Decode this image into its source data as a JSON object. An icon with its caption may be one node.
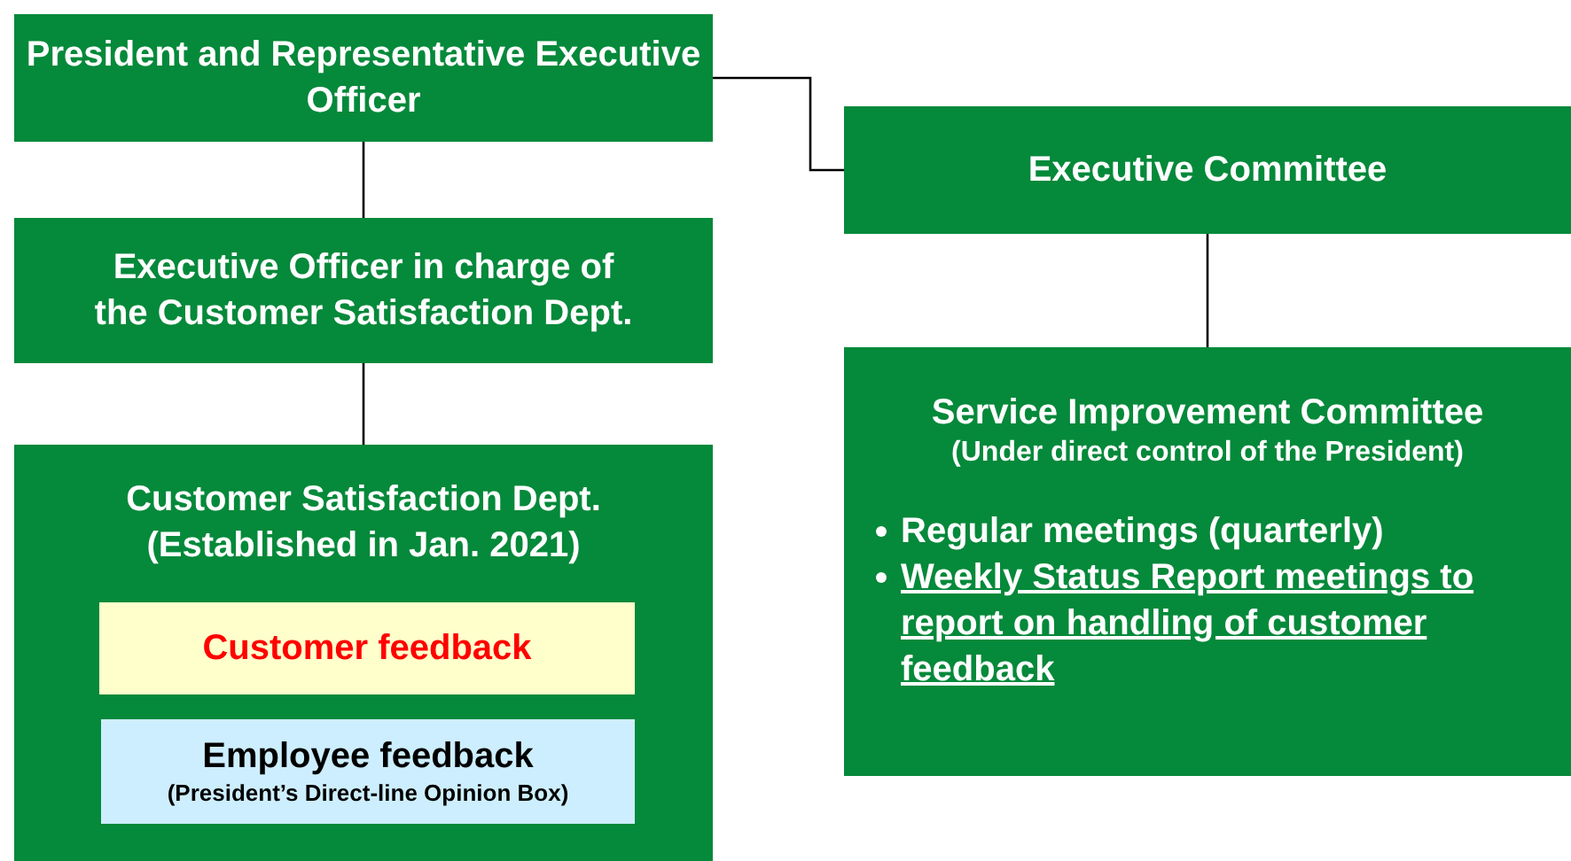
{
  "diagram": {
    "nodes": [
      {
        "text": [
          "President and Representative Executive Officer"
        ]
      },
      {
        "text": [
          "Executive Committee"
        ]
      },
      {
        "text": [
          "Executive Officer in charge of the Customer Satisfaction Dept."
        ]
      },
      {
        "text": [
          "Customer Satisfaction Dept.",
          "(Established in Jan. 2021)"
        ]
      },
      {
        "text": [
          "Customer feedback"
        ],
        "in": 3
      },
      {
        "text": [
          "Employee feedback",
          "(President’s Direct-line Opinion Box)"
        ],
        "in": 3
      },
      {
        "text": [
          "Service Improvement Committee",
          "(Under direct control of the President)",
          "Regular meetings (quarterly)",
          "Weekly Status Report meetings to report on handling of customer feedback"
        ]
      }
    ],
    "edges": [
      {
        "from": 0,
        "to": 1,
        "arrow": "none"
      },
      {
        "from": 0,
        "to": 2,
        "arrow": "none"
      },
      {
        "from": 2,
        "to": 3,
        "arrow": "none"
      },
      {
        "from": 1,
        "to": 6,
        "arrow": "none"
      }
    ]
  }
}
